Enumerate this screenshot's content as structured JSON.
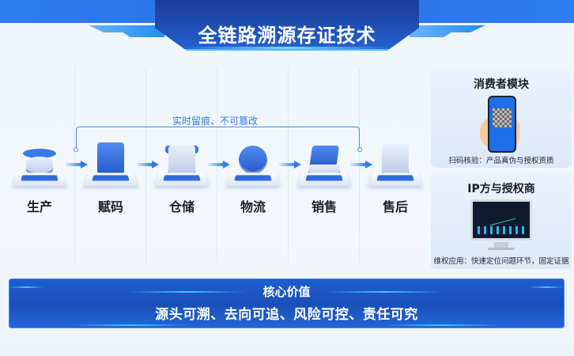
{
  "header": {
    "title": "全链路溯源存证技术"
  },
  "flow": {
    "trace_label": "实时留痕、不可篡改",
    "steps": [
      {
        "label": "生产",
        "icon": "production-wifi-device-icon"
      },
      {
        "label": "赋码",
        "icon": "coding-server-icon"
      },
      {
        "label": "仓储",
        "icon": "warehouse-storage-icon"
      },
      {
        "label": "物流",
        "icon": "logistics-database-icon"
      },
      {
        "label": "销售",
        "icon": "sales-terminal-icon"
      },
      {
        "label": "售后",
        "icon": "after-sales-server-icon"
      }
    ]
  },
  "cards": {
    "consumer": {
      "title": "消费者模块",
      "caption": "扫码核验：产品真伪与授权资质"
    },
    "ip": {
      "title": "IP方与授权商",
      "caption": "维权应用：快速定位问题环节，固定证据"
    }
  },
  "core_value": {
    "title": "核心价值",
    "text": "源头可溯、去向可追、风险可控、责任可究"
  },
  "colors": {
    "primary_blue": "#2f7df0",
    "dark_blue": "#1a4fb8",
    "accent_cyan": "#44c6ff"
  }
}
